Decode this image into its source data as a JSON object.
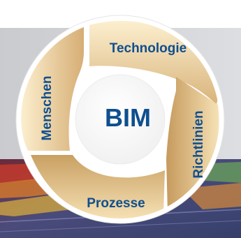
{
  "diagram": {
    "center": "BIM",
    "petals": {
      "top": "Technologie",
      "left": "Menschen",
      "right": "Richtlinien",
      "bottom": "Prozesse"
    }
  },
  "colors": {
    "label": "#0f4f8f",
    "petal_light": "#f8e7be",
    "petal_dark": "#c9a062",
    "band_grey": "#d2d4d7",
    "ring_white": "#ffffff"
  }
}
